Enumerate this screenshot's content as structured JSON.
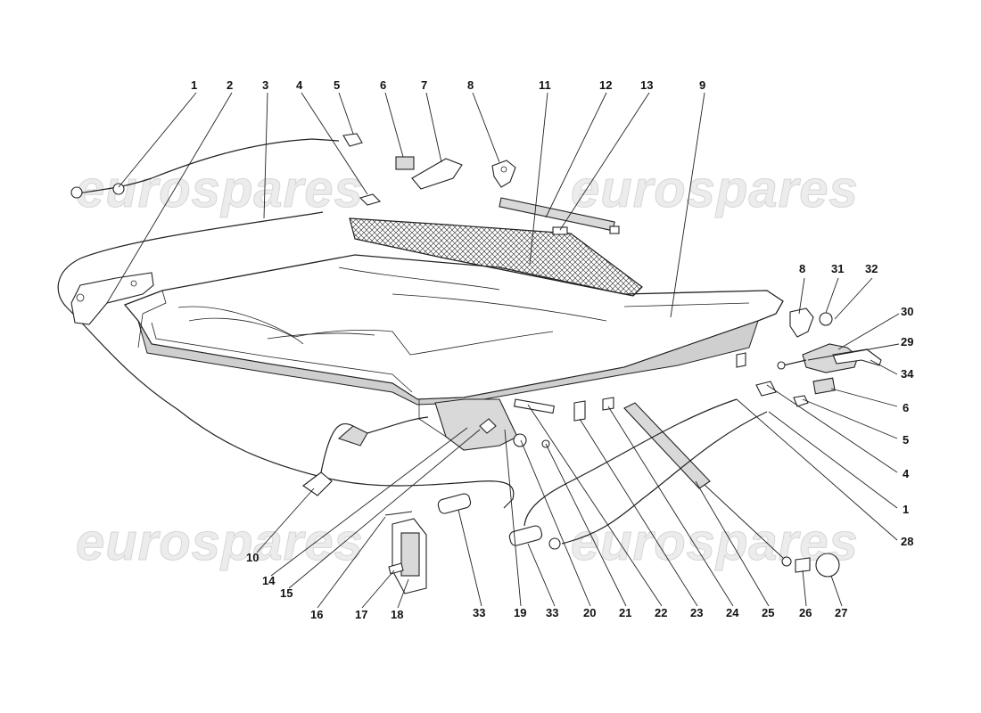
{
  "watermarks": [
    "eurospares",
    "eurospares",
    "eurospares",
    "eurospares"
  ],
  "callouts": [
    {
      "label": "1"
    },
    {
      "label": "2"
    },
    {
      "label": "3"
    },
    {
      "label": "4"
    },
    {
      "label": "5"
    },
    {
      "label": "6"
    },
    {
      "label": "7"
    },
    {
      "label": "8"
    },
    {
      "label": "11"
    },
    {
      "label": "12"
    },
    {
      "label": "13"
    },
    {
      "label": "9"
    },
    {
      "label": "8"
    },
    {
      "label": "31"
    },
    {
      "label": "32"
    },
    {
      "label": "30"
    },
    {
      "label": "29"
    },
    {
      "label": "34"
    },
    {
      "label": "6"
    },
    {
      "label": "5"
    },
    {
      "label": "4"
    },
    {
      "label": "1"
    },
    {
      "label": "28"
    },
    {
      "label": "10"
    },
    {
      "label": "14"
    },
    {
      "label": "15"
    },
    {
      "label": "16"
    },
    {
      "label": "17"
    },
    {
      "label": "18"
    },
    {
      "label": "33"
    },
    {
      "label": "19"
    },
    {
      "label": "33"
    },
    {
      "label": "20"
    },
    {
      "label": "21"
    },
    {
      "label": "22"
    },
    {
      "label": "23"
    },
    {
      "label": "24"
    },
    {
      "label": "25"
    },
    {
      "label": "26"
    },
    {
      "label": "27"
    }
  ]
}
